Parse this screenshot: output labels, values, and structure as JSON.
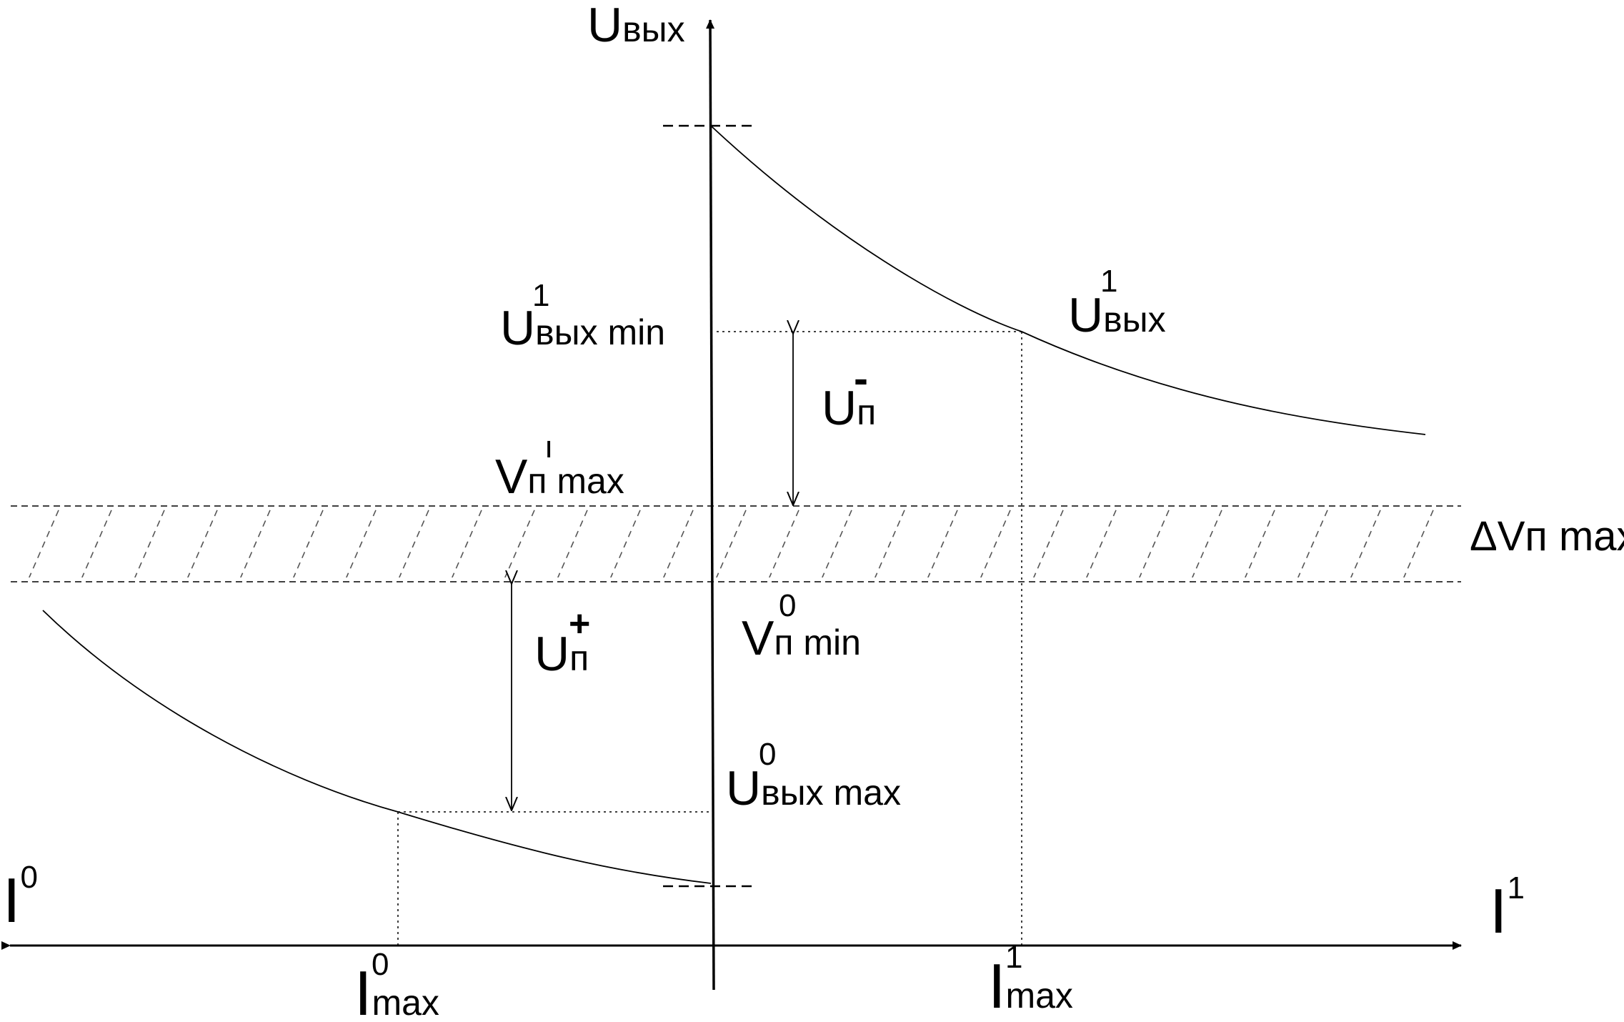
{
  "axes": {
    "y_axis_label": {
      "main": "U",
      "sub": "вых"
    },
    "left_axis_label": {
      "main": "I",
      "sup": "0"
    },
    "right_axis_label": {
      "main": "I",
      "sup": "1"
    }
  },
  "curves": {
    "high_curve_label": {
      "main": "U",
      "sub": "вых",
      "sup": "1"
    },
    "low_curve_label": {
      "main": "U",
      "sub": "вых max",
      "sup": "0"
    }
  },
  "levels": {
    "u_out_min_1": {
      "main": "U",
      "sub": "вых min",
      "sup": "1"
    },
    "v_max_1": {
      "main": "V",
      "sub": "п max",
      "sup": "ı"
    },
    "v_min_0": {
      "main": "V",
      "sub": "п min",
      "sup": "0"
    },
    "delta_band": {
      "text": "ΔVп max"
    }
  },
  "margins": {
    "u_minus": {
      "main": "U",
      "sub": "п",
      "sup": "-"
    },
    "u_plus": {
      "main": "U",
      "sub": "п",
      "sup": "+"
    }
  },
  "currents": {
    "i_max_0": {
      "main": "I",
      "sub": "max",
      "sup": "0"
    },
    "i_max_1": {
      "main": "I",
      "sub": "max",
      "sup": "1"
    }
  }
}
